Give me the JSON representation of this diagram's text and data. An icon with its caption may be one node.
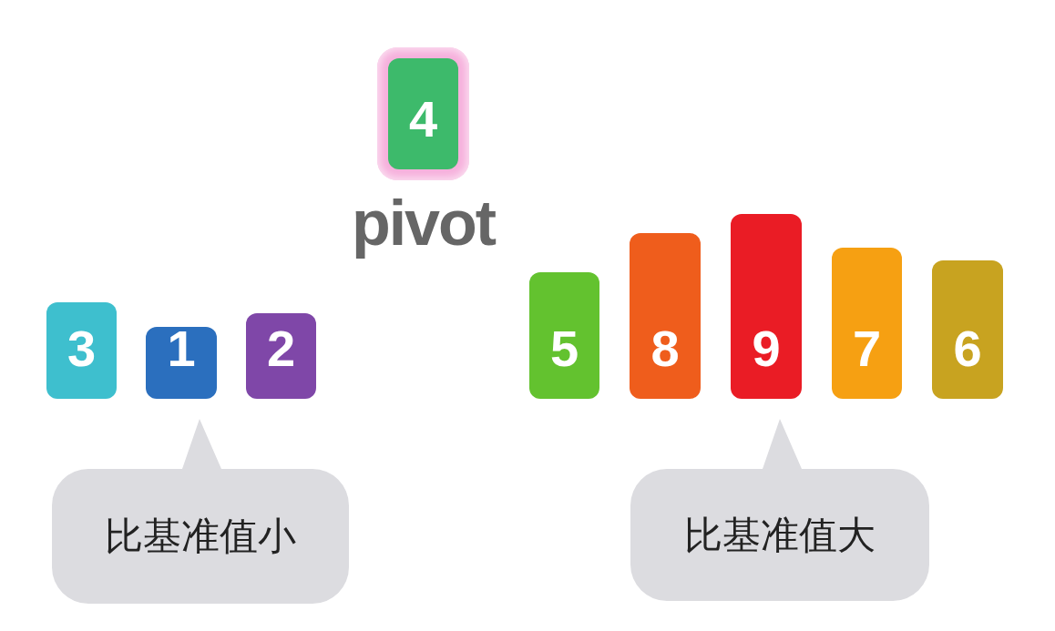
{
  "diagram": {
    "nodes": [
      {
        "text": [
          "4"
        ],
        "beside": [
          "pivot"
        ]
      },
      {
        "text": [
          "3"
        ]
      },
      {
        "text": [
          "1"
        ]
      },
      {
        "text": [
          "2"
        ]
      },
      {
        "text": [
          "5"
        ]
      },
      {
        "text": [
          "8"
        ]
      },
      {
        "text": [
          "9"
        ]
      },
      {
        "text": [
          "7"
        ]
      },
      {
        "text": [
          "6"
        ]
      },
      {
        "text": [
          "比基准值小"
        ]
      },
      {
        "text": [
          "比基准值大"
        ]
      }
    ]
  }
}
